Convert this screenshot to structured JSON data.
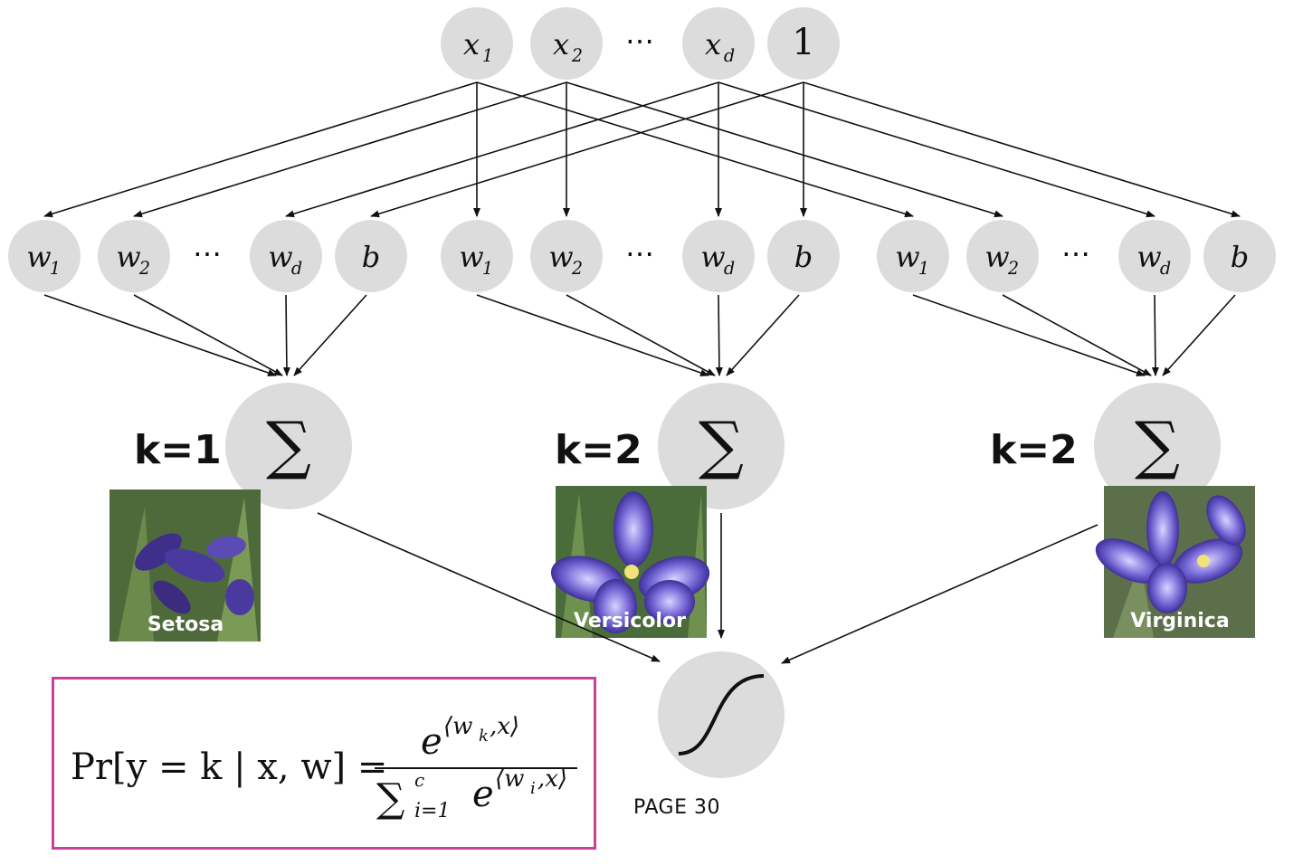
{
  "inputs": [
    {
      "label": "x",
      "sub": "1"
    },
    {
      "label": "x",
      "sub": "2"
    },
    {
      "label": "⋯",
      "sub": ""
    },
    {
      "label": "x",
      "sub": "d"
    },
    {
      "label": "1",
      "sub": ""
    }
  ],
  "weight_labels": [
    {
      "label": "w",
      "sub": "1"
    },
    {
      "label": "w",
      "sub": "2"
    },
    {
      "label": "⋯",
      "sub": ""
    },
    {
      "label": "w",
      "sub": "d"
    },
    {
      "label": "b",
      "sub": ""
    }
  ],
  "sum_symbol": "∑",
  "classes": [
    {
      "k_label": "k=1",
      "flower_name": "Setosa"
    },
    {
      "k_label": "k=2",
      "flower_name": "Versicolor"
    },
    {
      "k_label": "k=2",
      "flower_name": "Virginica"
    }
  ],
  "formula": {
    "lhs": "Pr[y = k | x, w] =",
    "numerator_base": "e",
    "numerator_exp": "⟨w",
    "numerator_exp_sub": "k",
    "numerator_exp_tail": ",x⟩",
    "denominator_sum": "∑",
    "denominator_sup": "c",
    "denominator_sub": "i=1",
    "denominator_base": "e",
    "denominator_exp": "⟨w",
    "denominator_exp_sub": "i",
    "denominator_exp_tail": ",x⟩"
  },
  "page_label": "PAGE  30",
  "colors": {
    "node": "#dcdcdc",
    "box_border": "#c8409a",
    "edge": "#111111"
  }
}
